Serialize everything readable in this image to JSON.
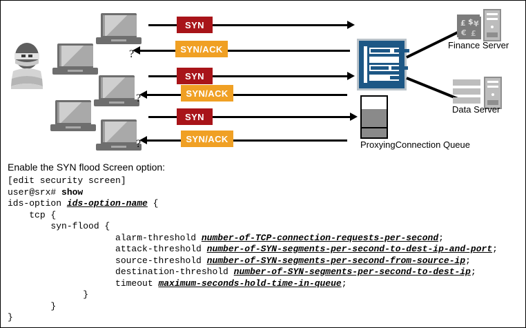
{
  "diagram": {
    "attacker": {
      "label": "attacker-icon"
    },
    "clients": [
      {
        "name": "client-1"
      },
      {
        "name": "client-2"
      },
      {
        "name": "client-3"
      },
      {
        "name": "client-4"
      },
      {
        "name": "client-5"
      }
    ],
    "messages": [
      {
        "id": "syn-1",
        "text": "SYN",
        "direction": "right",
        "color": "#A81419"
      },
      {
        "id": "synack-1",
        "text": "SYN/ACK",
        "direction": "left",
        "color": "#F0A024"
      },
      {
        "id": "syn-2",
        "text": "SYN",
        "direction": "right",
        "color": "#A81419"
      },
      {
        "id": "synack-2",
        "text": "SYN/ACK",
        "direction": "left",
        "color": "#F0A024"
      },
      {
        "id": "syn-3",
        "text": "SYN",
        "direction": "right",
        "color": "#A81419"
      },
      {
        "id": "synack-3",
        "text": "SYN/ACK",
        "direction": "left",
        "color": "#F0A024"
      }
    ],
    "question_marks": [
      "?",
      "?",
      "?"
    ],
    "firewall": {
      "name": "srx-firewall",
      "color": "#1D5785"
    },
    "queue": {
      "label": "ProxyingConnection Queue",
      "fill_percent": 70
    },
    "servers": [
      {
        "id": "finance-server",
        "label": "Finance Server",
        "icon_symbols": "£$¥€"
      },
      {
        "id": "data-server",
        "label": "Data Server",
        "icon_symbols": ""
      }
    ]
  },
  "caption": "Enable the SYN flood Screen option:",
  "code": {
    "lines": [
      {
        "indent": 0,
        "segments": [
          {
            "t": "[edit security screen]",
            "s": "plain"
          }
        ]
      },
      {
        "indent": 0,
        "segments": [
          {
            "t": "user@srx# ",
            "s": "plain"
          },
          {
            "t": "show",
            "s": "kw"
          }
        ]
      },
      {
        "indent": 0,
        "segments": [
          {
            "t": "ids-option ",
            "s": "plain"
          },
          {
            "t": "ids-option-name",
            "s": "var"
          },
          {
            "t": " {",
            "s": "plain"
          }
        ]
      },
      {
        "indent": 4,
        "segments": [
          {
            "t": "tcp {",
            "s": "plain"
          }
        ]
      },
      {
        "indent": 8,
        "segments": [
          {
            "t": "syn-flood {",
            "s": "plain"
          }
        ]
      },
      {
        "indent": 20,
        "segments": [
          {
            "t": "alarm-threshold ",
            "s": "plain"
          },
          {
            "t": "number-of-TCP-connection-requests-per-second",
            "s": "var"
          },
          {
            "t": ";",
            "s": "plain"
          }
        ]
      },
      {
        "indent": 20,
        "segments": [
          {
            "t": "attack-threshold ",
            "s": "plain"
          },
          {
            "t": "number-of-SYN-segments-per-second-to-dest-ip-and-port",
            "s": "var"
          },
          {
            "t": ";",
            "s": "plain"
          }
        ]
      },
      {
        "indent": 20,
        "segments": [
          {
            "t": "source-threshold ",
            "s": "plain"
          },
          {
            "t": "number-of-SYN-segments-per-second-from-source-ip",
            "s": "var"
          },
          {
            "t": ";",
            "s": "plain"
          }
        ]
      },
      {
        "indent": 20,
        "segments": [
          {
            "t": "destination-threshold ",
            "s": "plain"
          },
          {
            "t": "number-of-SYN-segments-per-second-to-dest-ip",
            "s": "var"
          },
          {
            "t": ";",
            "s": "plain"
          }
        ]
      },
      {
        "indent": 20,
        "segments": [
          {
            "t": "timeout ",
            "s": "plain"
          },
          {
            "t": "maximum-seconds-hold-time-in-queue",
            "s": "var"
          },
          {
            "t": ";",
            "s": "plain"
          }
        ]
      },
      {
        "indent": 14,
        "segments": [
          {
            "t": "}",
            "s": "plain"
          }
        ]
      },
      {
        "indent": 8,
        "segments": [
          {
            "t": "}",
            "s": "plain"
          }
        ]
      },
      {
        "indent": 0,
        "segments": [
          {
            "t": "}",
            "s": "plain"
          }
        ]
      }
    ]
  }
}
